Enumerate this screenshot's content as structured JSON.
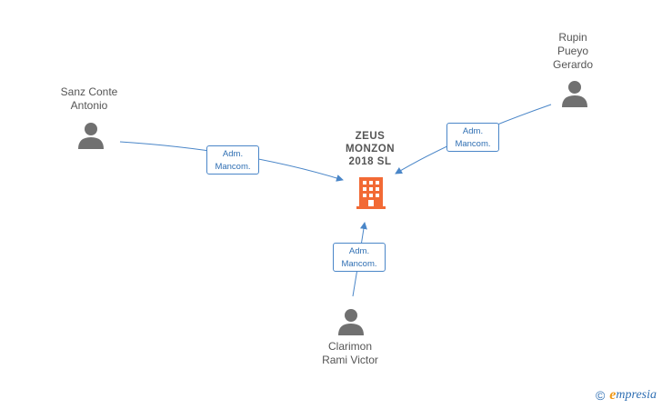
{
  "company": {
    "name_lines": [
      "ZEUS",
      "MONZON",
      "2018  SL"
    ],
    "color": "#f26a35"
  },
  "persons": [
    {
      "name_lines": [
        "Sanz Conte",
        "Antonio"
      ],
      "role_lines": [
        "Adm.",
        "Mancom."
      ]
    },
    {
      "name_lines": [
        "Rupin",
        "Pueyo",
        "Gerardo"
      ],
      "role_lines": [
        "Adm.",
        "Mancom."
      ]
    },
    {
      "name_lines": [
        "Clarimon",
        "Rami Victor"
      ],
      "role_lines": [
        "Adm.",
        "Mancom."
      ]
    }
  ],
  "colors": {
    "edge": "#4a86c8",
    "person_icon": "#707070",
    "label": "#555555"
  },
  "footer": {
    "copyright_symbol": "©",
    "brand_first": "e",
    "brand_rest": "mpresia"
  }
}
